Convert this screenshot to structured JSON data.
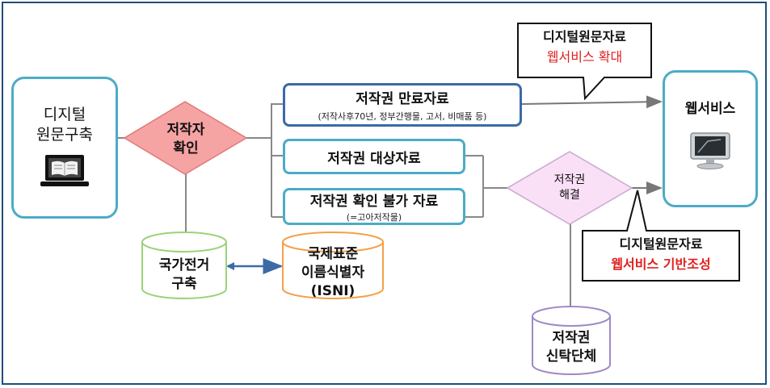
{
  "nodes": {
    "digital_archive": [
      "디지털",
      "원문구축"
    ],
    "author_check": [
      "저작자",
      "확인"
    ],
    "expired": {
      "title": "저작권 만료자료",
      "sub": "(저작사후70년, 정부간행물, 고서, 비매품 등)"
    },
    "target": {
      "title": "저작권 대상자료"
    },
    "unverifiable": {
      "title": "저작권 확인 불가 자료",
      "sub": "(=고아저작물)"
    },
    "resolve": [
      "저작권",
      "해결"
    ],
    "web_service": "웹서비스",
    "national_authority": [
      "국가전거",
      "구축"
    ],
    "isni": [
      "국제표준",
      "이름식별자",
      "(ISNI)"
    ],
    "trust_org": [
      "저작권",
      "신탁단체"
    ]
  },
  "callouts": {
    "top": {
      "line1": "디지털원문자료",
      "line2": "웹서비스 확대"
    },
    "bottom": {
      "line1": "디지털원문자료",
      "line2": "웹서비스 기반조성"
    }
  },
  "icons": [
    "laptop-book-icon",
    "monitor-icon"
  ],
  "colors": {
    "border_dark": "#1f4e79",
    "teal": "#4bacc6",
    "navy": "#3b6aa6",
    "diamond_pink": "#f6a3a3",
    "diamond_lavender": "#f9e0f6",
    "cyl_green": "#9bd37a",
    "cyl_orange": "#f4a048",
    "cyl_purple": "#9e8ac6",
    "callout_red": "#e02020"
  }
}
